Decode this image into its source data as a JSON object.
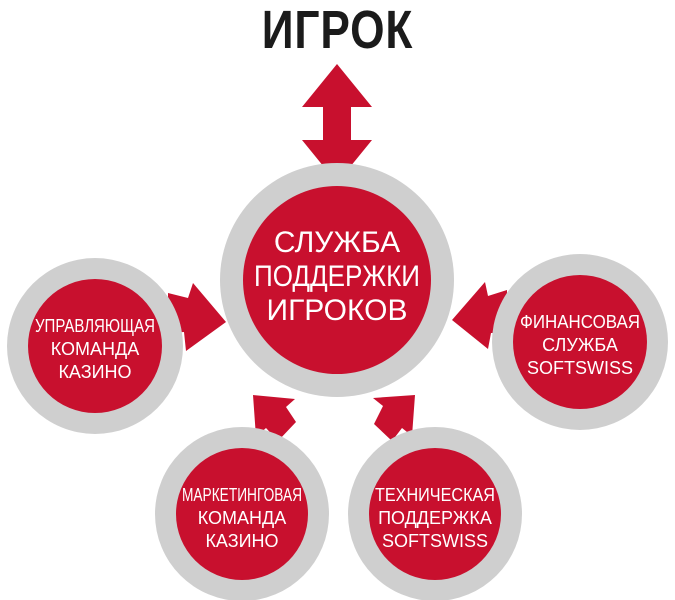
{
  "title": "ИГРОК",
  "colors": {
    "ring": "#cfcfcf",
    "node": "#c8102e",
    "arrow": "#c8102e",
    "title": "#1b1b1b",
    "label": "#ffffff"
  },
  "center_node": {
    "lines": [
      "СЛУЖБА",
      "ПОДДЕРЖКИ",
      "ИГРОКОВ"
    ]
  },
  "nodes": {
    "casino_management": {
      "lines": [
        "УПРАВЛЯЮЩАЯ",
        "КОМАНДА",
        "КАЗИНО"
      ]
    },
    "finance": {
      "lines": [
        "ФИНАНСОВАЯ",
        "СЛУЖБА",
        "SOFTSWISS"
      ]
    },
    "marketing": {
      "lines": [
        "МАРКЕТИНГОВАЯ",
        "КОМАНДА",
        "КАЗИНО"
      ]
    },
    "tech_support": {
      "lines": [
        "ТЕХНИЧЕСКАЯ",
        "ПОДДЕРЖКА",
        "SOFTSWISS"
      ]
    }
  }
}
